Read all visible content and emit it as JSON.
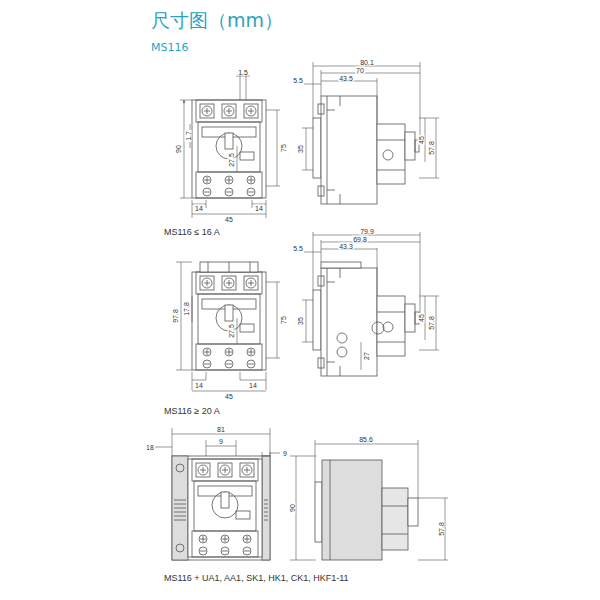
{
  "diagram": {
    "title": "尺寸图（mm）",
    "labels": [
      "MS116",
      "1.5",
      "90",
      "1.7",
      "75",
      "27.5",
      "14",
      "14",
      "45",
      "80.1",
      "70",
      "5.5",
      "43.5",
      "35",
      "45",
      "57.8",
      "MS116 ≤ 16 A",
      "97.8",
      "17.8",
      "75",
      "27.5",
      "14",
      "14",
      "45",
      "79.9",
      "69.8",
      "5.5",
      "43.3",
      "35",
      "45",
      "57.8",
      "27",
      "MS116 ≥ 20 A",
      "81",
      "18",
      "9",
      "9",
      "85.6",
      "90",
      "57.8",
      "MS116 + UA1, AA1, SK1, HK1, CK1, HKF1-11"
    ]
  }
}
